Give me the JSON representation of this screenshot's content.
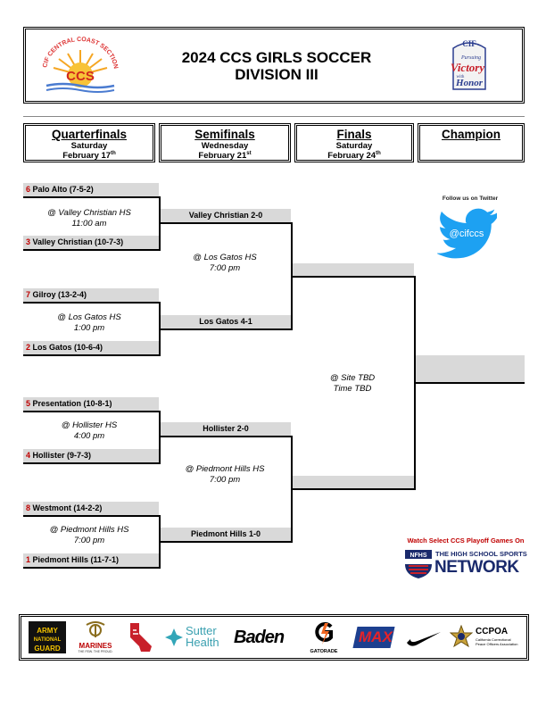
{
  "header": {
    "title_line1": "2024 CCS GIRLS SOCCER",
    "title_line2": "DIVISION III",
    "ccs_logo": {
      "arc_text": "CIF CENTRAL COAST SECTION",
      "abbr": "CCS"
    },
    "cif_logo": {
      "top_text": "CIF",
      "pursuing": "Pursuing",
      "victory": "Victory",
      "with": "with",
      "honor": "Honor"
    }
  },
  "rounds": [
    {
      "name": "Quarterfinals",
      "day": "Saturday",
      "date": "February 17",
      "sup": "th"
    },
    {
      "name": "Semifinals",
      "day": "Wednesday",
      "date": "February 21",
      "sup": "st"
    },
    {
      "name": "Finals",
      "day": "Saturday",
      "date": "February 24",
      "sup": "th"
    },
    {
      "name": "Champion",
      "day": "",
      "date": "",
      "sup": ""
    }
  ],
  "quarterfinals": [
    {
      "top": {
        "seed": "6",
        "team": "Palo Alto (7-5-2)"
      },
      "bottom": {
        "seed": "3",
        "team": "Valley Christian (10-7-3)"
      },
      "venue": "@ Valley Christian HS",
      "time": "11:00 am"
    },
    {
      "top": {
        "seed": "7",
        "team": "Gilroy (13-2-4)"
      },
      "bottom": {
        "seed": "2",
        "team": "Los Gatos (10-6-4)"
      },
      "venue": "@ Los Gatos HS",
      "time": "1:00 pm"
    },
    {
      "top": {
        "seed": "5",
        "team": "Presentation (10-8-1)"
      },
      "bottom": {
        "seed": "4",
        "team": "Hollister (9-7-3)"
      },
      "venue": "@ Hollister HS",
      "time": "4:00 pm"
    },
    {
      "top": {
        "seed": "8",
        "team": "Westmont (14-2-2)"
      },
      "bottom": {
        "seed": "1",
        "team": "Piedmont Hills (11-7-1)"
      },
      "venue": "@ Piedmont Hills HS",
      "time": "7:00 pm"
    }
  ],
  "semifinals": [
    {
      "top": "Valley Christian 2-0",
      "bottom": "Los Gatos 4-1",
      "venue": "@ Los Gatos HS",
      "time": "7:00 pm"
    },
    {
      "top": "Hollister 2-0",
      "bottom": "Piedmont Hills 1-0",
      "venue": "@ Piedmont Hills HS",
      "time": "7:00 pm"
    }
  ],
  "finals": {
    "venue": "@ Site TBD",
    "time": "Time TBD"
  },
  "twitter": {
    "caption": "Follow us on Twitter",
    "handle": "@cifccs"
  },
  "nfhs": {
    "caption": "Watch Select CCS Playoff Games On",
    "label": "NFHS",
    "line1": "THE HIGH SCHOOL SPORTS",
    "line2": "NETWORK"
  },
  "sponsors": {
    "army1": "ARMY",
    "army2": "NATIONAL",
    "army3": "GUARD",
    "marines": "MARINES",
    "marines_sub": "THE FEW. THE PROUD.",
    "sutter1": "Sutter",
    "sutter2": "Health",
    "baden": "Baden",
    "gatorade": "GATORADE",
    "max": "MAX",
    "ccpoa": "CCPOA",
    "ccpoa_sub1": "California Correctional",
    "ccpoa_sub2": "Peace Officers Association"
  },
  "colors": {
    "seed": "#c00000",
    "box": "#d9d9d9",
    "twitter": "#1da1f2",
    "nfhs_text": "#1a2a6c"
  }
}
